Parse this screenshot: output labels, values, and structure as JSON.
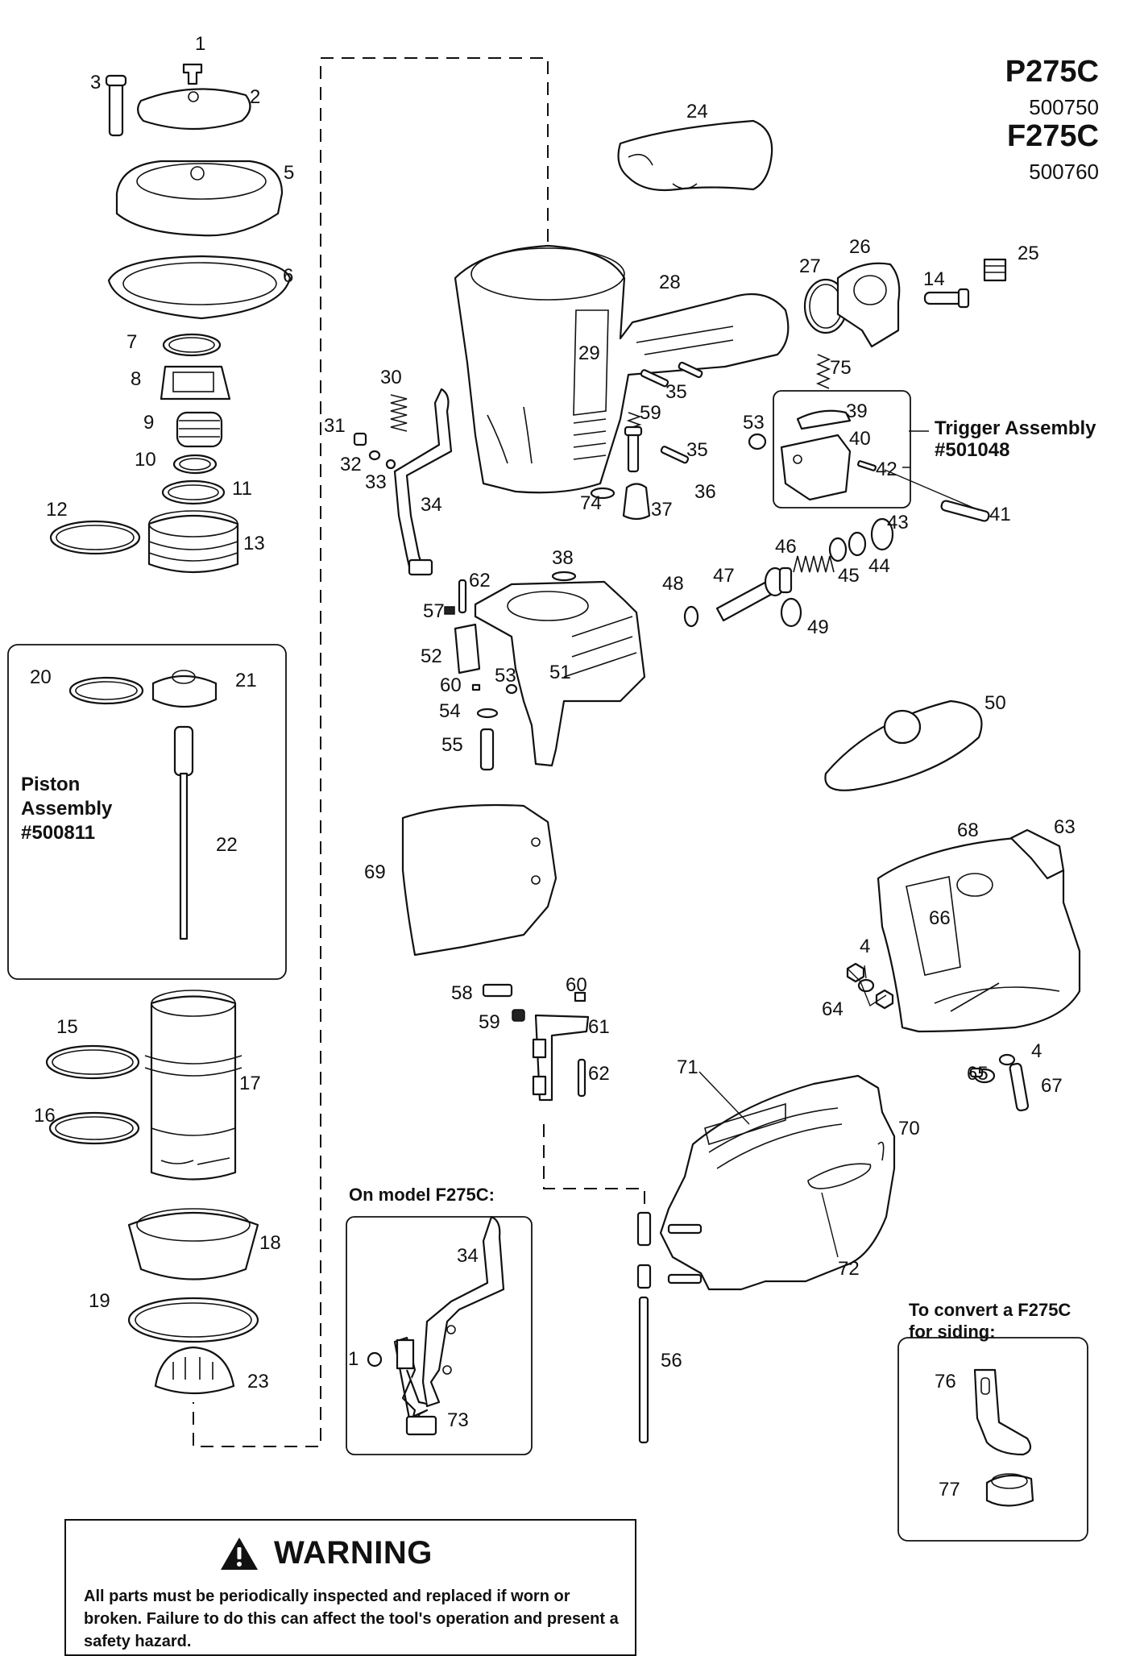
{
  "header": {
    "model_p": "P275C",
    "model_p_number": "500750",
    "model_f": "F275C",
    "model_f_number": "500760"
  },
  "assemblies": {
    "trigger_title": "Trigger Assembly",
    "trigger_number": "#501048",
    "piston_line1": "Piston",
    "piston_line2": "Assembly",
    "piston_number": "#500811",
    "f275c_title": "On model F275C:",
    "siding_line1": "To convert a F275C",
    "siding_line2": "for siding:"
  },
  "labels": [
    "1",
    "2",
    "3",
    "4",
    "4",
    "5",
    "6",
    "7",
    "8",
    "9",
    "10",
    "11",
    "12",
    "13",
    "14",
    "15",
    "16",
    "17",
    "18",
    "19",
    "20",
    "21",
    "22",
    "23",
    "24",
    "25",
    "26",
    "27",
    "28",
    "29",
    "30",
    "31",
    "32",
    "33",
    "34",
    "34",
    "35",
    "35",
    "36",
    "37",
    "38",
    "39",
    "40",
    "41",
    "42",
    "43",
    "44",
    "45",
    "46",
    "47",
    "48",
    "49",
    "50",
    "51",
    "52",
    "53",
    "53",
    "54",
    "55",
    "56",
    "57",
    "58",
    "59",
    "59",
    "60",
    "60",
    "61",
    "62",
    "62",
    "63",
    "64",
    "65",
    "66",
    "67",
    "68",
    "69",
    "70",
    "71",
    "72",
    "73",
    "74",
    "75",
    "76",
    "77",
    "1"
  ],
  "warning": {
    "icon": "warning-triangle-icon",
    "title": "WARNING",
    "text": "All parts must be periodically inspected and replaced if worn or broken. Failure to do this can affect the tool's operation and present a safety hazard."
  }
}
